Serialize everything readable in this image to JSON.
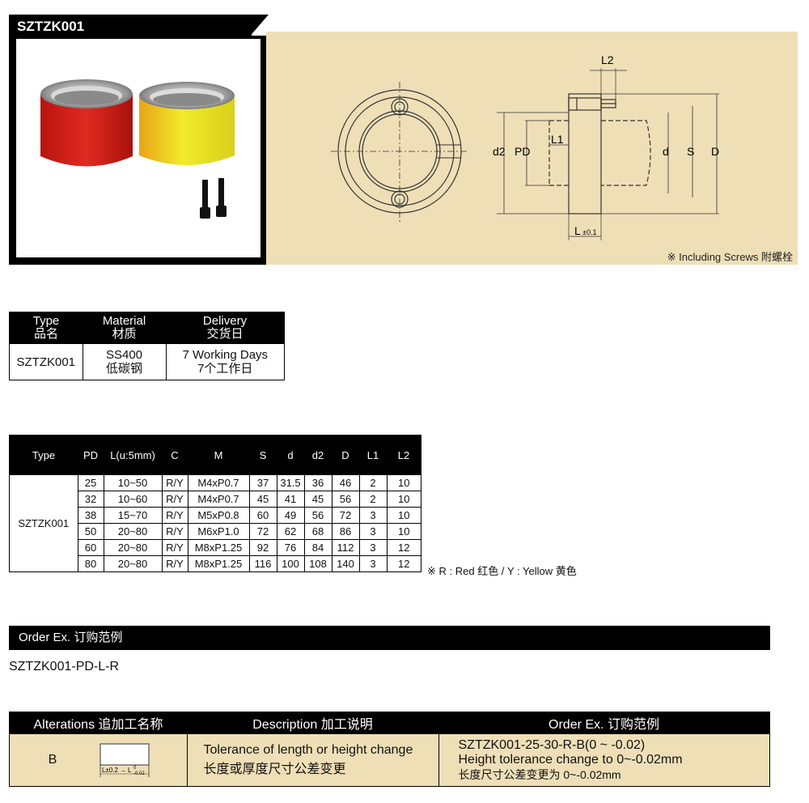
{
  "product": {
    "code": "SZTZK001",
    "screws_note": "※ Including Screws 附螺栓"
  },
  "drawing_labels": {
    "L2": "L2",
    "L1": "L1",
    "d2": "d2",
    "PD": "PD",
    "d": "d",
    "S": "S",
    "D": "D",
    "L": "L",
    "L_tol": "±0.1"
  },
  "material_table": {
    "headers": [
      {
        "en": "Type",
        "zh": "品名"
      },
      {
        "en": "Material",
        "zh": "材质"
      },
      {
        "en": "Delivery",
        "zh": "交货日"
      }
    ],
    "row": {
      "type": "SZTZK001",
      "material_en": "SS400",
      "material_zh": "低碳钢",
      "delivery_en": "7 Working Days",
      "delivery_zh": "7个工作日"
    }
  },
  "dims_table": {
    "headers": [
      "Type",
      "PD",
      "L(u:5mm)",
      "C",
      "M",
      "S",
      "d",
      "d2",
      "D",
      "L1",
      "L2"
    ],
    "type": "SZTZK001",
    "rows": [
      [
        "25",
        "10~50",
        "R/Y",
        "M4xP0.7",
        "37",
        "31.5",
        "36",
        "46",
        "2",
        "10"
      ],
      [
        "32",
        "10~60",
        "R/Y",
        "M4xP0.7",
        "45",
        "41",
        "45",
        "56",
        "2",
        "10"
      ],
      [
        "38",
        "15~70",
        "R/Y",
        "M5xP0.8",
        "60",
        "49",
        "56",
        "72",
        "3",
        "10"
      ],
      [
        "50",
        "20~80",
        "R/Y",
        "M6xP1.0",
        "72",
        "62",
        "68",
        "86",
        "3",
        "10"
      ],
      [
        "60",
        "20~80",
        "R/Y",
        "M8xP1.25",
        "92",
        "76",
        "84",
        "112",
        "3",
        "12"
      ],
      [
        "80",
        "20~80",
        "R/Y",
        "M8xP1.25",
        "116",
        "100",
        "108",
        "140",
        "3",
        "12"
      ]
    ],
    "color_note": "※  R : Red  红色   /  Y : Yellow  黄色"
  },
  "order": {
    "label": "Order Ex.  订购范例",
    "example": "SZTZK001-PD-L-R"
  },
  "alterations": {
    "headers": {
      "alterations": "Alterations   追加工名称",
      "description": "Description   加工说明",
      "order": "Order Ex.  订购范例"
    },
    "row": {
      "code": "B",
      "diagram_left": "L±0.2",
      "diagram_right": "L",
      "diagram_tol_upper": "0",
      "diagram_tol_lower": "-0.02",
      "desc_en": "Tolerance of length or height change",
      "desc_zh": "长度或厚度尺寸公差变更",
      "order_line1": "SZTZK001-25-30-R-B(0 ~ -0.02)",
      "order_line2": "Height tolerance change to 0~-0.02mm",
      "order_line3": "长度尺寸公差变更为 0~-0.02mm"
    }
  },
  "colors": {
    "accent_panel": "#efdfb7",
    "red_part": "#d8261e",
    "yellow_part": "#e8e020"
  }
}
